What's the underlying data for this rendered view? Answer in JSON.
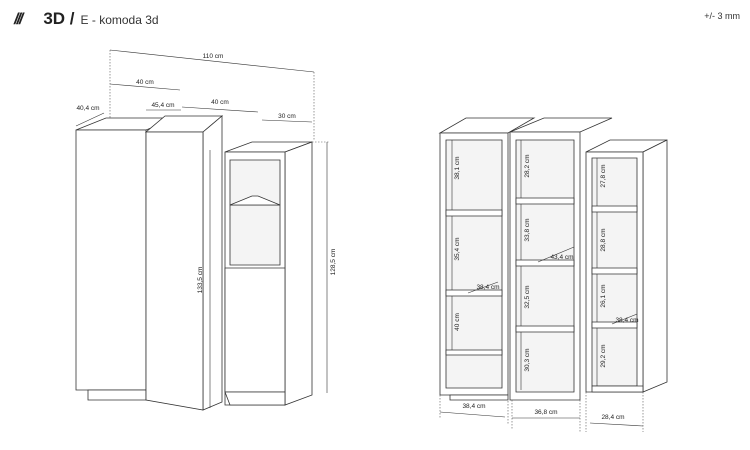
{
  "header": {
    "logo": "///",
    "title_main": "3D /",
    "title_sub": "E - komoda 3d",
    "tolerance": "+/- 3 mm"
  },
  "left_view": {
    "dims": {
      "total_width": "110 cm",
      "depth_left": "40 cm",
      "left_side": "40,4 cm",
      "center_front": "45,4 cm",
      "center_depth": "40 cm",
      "right_depth": "30 cm",
      "center_height": "133,5 cm",
      "right_height": "128,5 cm"
    }
  },
  "right_view": {
    "left_column_heights": [
      "38,1 cm",
      "35,4 cm",
      "40 cm"
    ],
    "left_column_shelf_depth": "38,4 cm",
    "center_column_heights": [
      "28,2 cm",
      "33,8 cm",
      "32,5 cm",
      "30,3 cm"
    ],
    "center_column_shelf_depth": "43,4 cm",
    "right_column_heights": [
      "27,8 cm",
      "28,8 cm",
      "26,1 cm",
      "29,2 cm"
    ],
    "right_column_shelf_depth": "38,4 cm",
    "bottom_widths": [
      "38,4 cm",
      "36,8 cm",
      "28,4 cm"
    ]
  }
}
